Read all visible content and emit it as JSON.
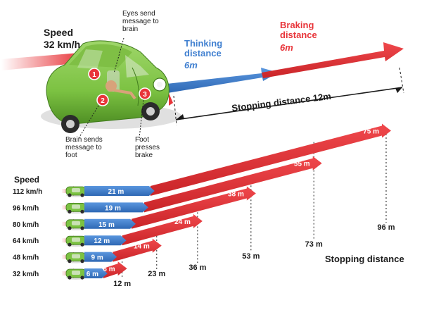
{
  "top": {
    "speed_label": "Speed",
    "speed_value": "32 km/h",
    "eyes_note": [
      "Eyes send",
      "message to",
      "brain"
    ],
    "brain_note": [
      "Brain sends",
      "message to",
      "foot"
    ],
    "foot_note": [
      "Foot",
      "presses",
      "brake"
    ],
    "step_numbers": [
      "1",
      "2",
      "3"
    ],
    "thinking_label": [
      "Thinking",
      "distance"
    ],
    "thinking_value": "6m",
    "braking_label": [
      "Braking",
      "distance"
    ],
    "braking_value": "6m",
    "stopping_label": "Stopping  distance 12m"
  },
  "chart_data": {
    "type": "bar",
    "stacked": true,
    "legend_title": "Speed",
    "axis_title": "Stopping  distance",
    "categories": [
      "112 km/h",
      "96 km/h",
      "80 km/h",
      "64 km/h",
      "48 km/h",
      "32 km/h"
    ],
    "series": [
      {
        "name": "Thinking distance",
        "values": [
          21,
          19,
          15,
          12,
          9,
          6
        ],
        "labels": [
          "21 m",
          "19 m",
          "15 m",
          "12 m",
          "9 m",
          "6 m"
        ]
      },
      {
        "name": "Braking distance",
        "values": [
          75,
          55,
          38,
          24,
          14,
          6
        ],
        "labels": [
          "75 m",
          "55 m",
          "38 m",
          "24 m",
          "14 m",
          "6 m"
        ]
      }
    ],
    "ticks": [
      12,
      23,
      36,
      53,
      73,
      96
    ],
    "tick_labels": [
      "12 m",
      "23 m",
      "36 m",
      "53 m",
      "73 m",
      "96 m"
    ],
    "xlim": [
      0,
      96
    ]
  },
  "colors": {
    "thinking_blue": "#3f7fd0",
    "braking_red": "#e8353a",
    "car_green": "#7cc242",
    "dark_text": "#1b1b1b"
  }
}
